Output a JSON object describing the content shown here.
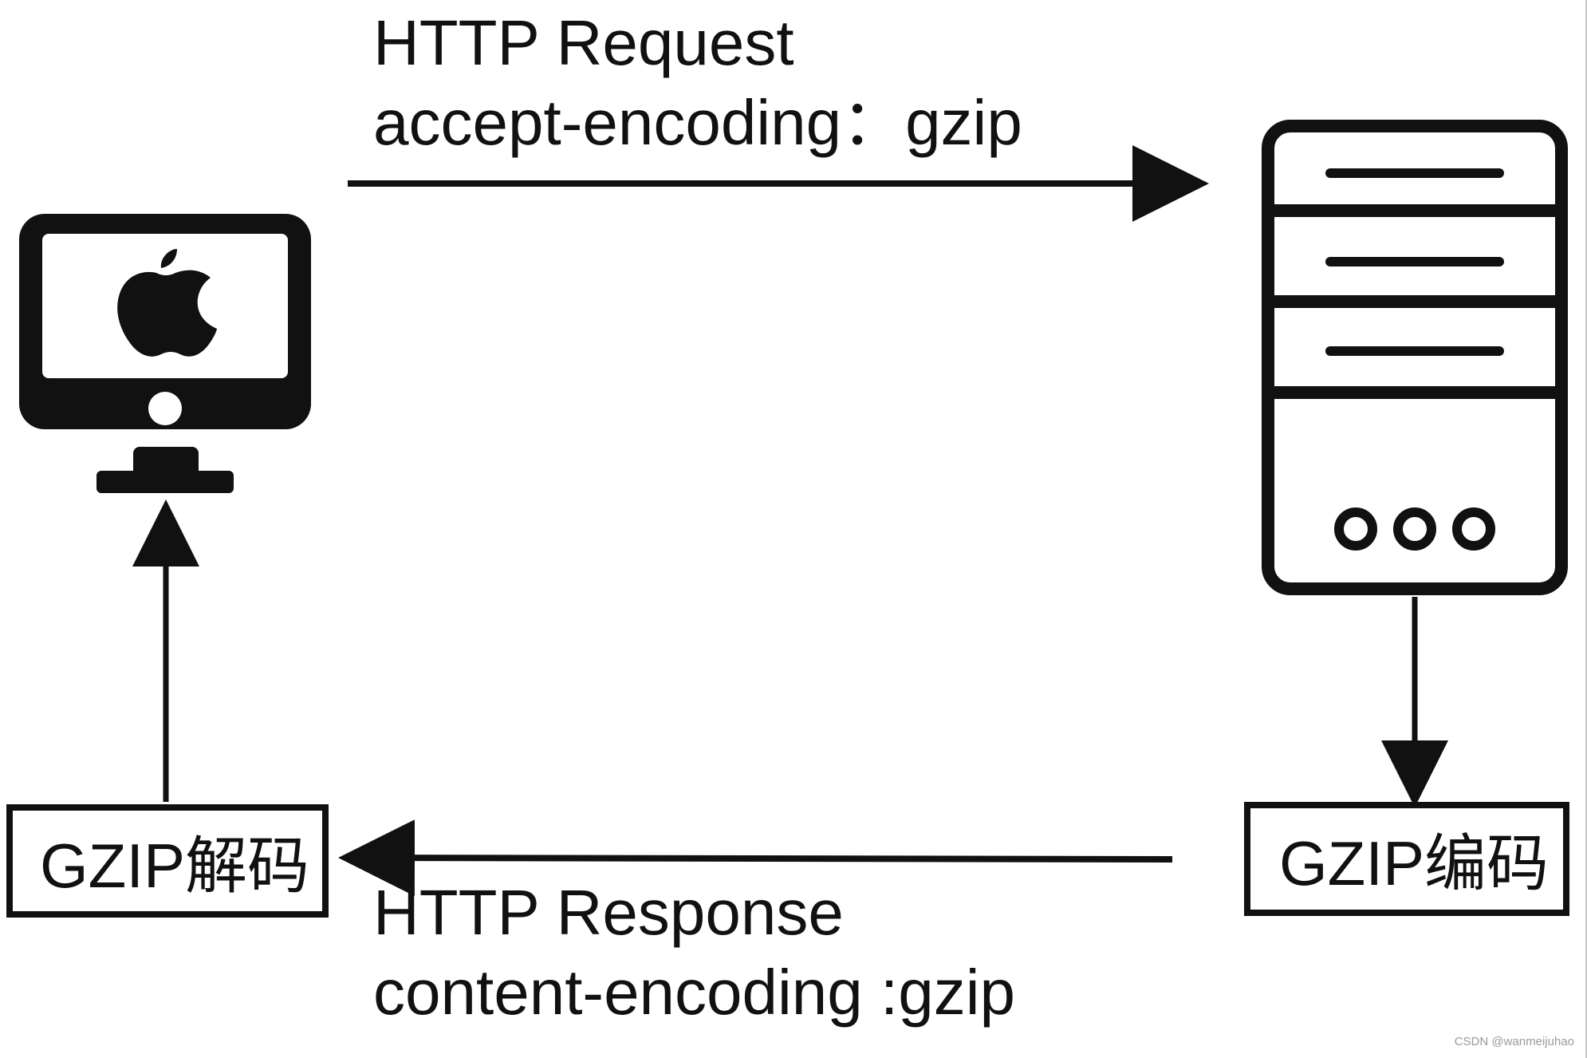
{
  "request": {
    "title": "HTTP Request",
    "header": "accept-encoding：gzip"
  },
  "response": {
    "title": "HTTP Response",
    "header": "content-encoding :gzip"
  },
  "client_box": {
    "prefix": "GZIP",
    "suffix": "解码"
  },
  "server_box": {
    "prefix": "GZIP",
    "suffix": "编码"
  },
  "watermark": "CSDN @wanmeijuhao",
  "colors": {
    "ink": "#111111",
    "background": "#ffffff",
    "watermark": "#9a9a9a"
  },
  "icons": {
    "client": "apple-imac-monitor-icon",
    "server": "server-tower-icon"
  }
}
